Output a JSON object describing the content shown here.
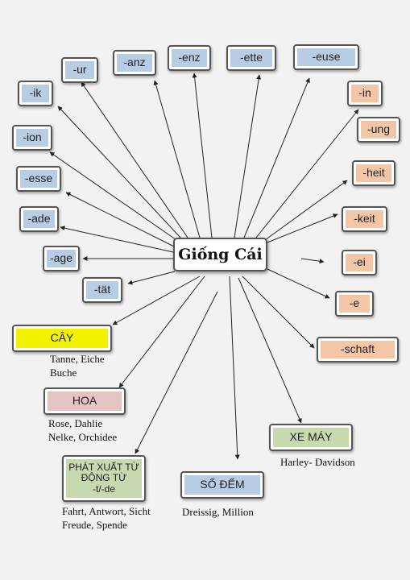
{
  "center": "Giống Cái",
  "suffixes": {
    "ik": "-ik",
    "ur": "-ur",
    "anz": "-anz",
    "enz": "-enz",
    "ette": "-ette",
    "euse": "-euse",
    "in": "-in",
    "ung": "-ung",
    "heit": "-heit",
    "keit": "-keit",
    "ei": "-ei",
    "e": "-e",
    "schaft": "-schaft",
    "ion": "-ion",
    "esse": "-esse",
    "ade": "-ade",
    "age": "-age",
    "tat": "-tät"
  },
  "categories": {
    "cay": {
      "label": "CÂY",
      "examples": [
        "Tanne, Eiche",
        "Buche"
      ],
      "color": "#f2f200"
    },
    "hoa": {
      "label": "HOA",
      "examples": [
        "Rose, Dahlie",
        "Nelke, Orchidee"
      ],
      "color": "#e6c3c3"
    },
    "phat_xuat": {
      "label_lines": [
        "PHÁT XUẤT TỪ",
        "ĐỘNG TỪ",
        "-t/-de"
      ],
      "examples": [
        "Fahrt, Antwort, Sicht",
        "Freude, Spende"
      ],
      "color": "#c8d9b0"
    },
    "so_dem": {
      "label": "SỐ ĐẾM",
      "examples": [
        "Dreissig, Million"
      ],
      "color": "#b8cce4"
    },
    "xe_may": {
      "label": "XE MÁY",
      "examples": [
        "Harley- Davidson"
      ],
      "color": "#c8d9b0"
    }
  },
  "colors": {
    "suffix_blue": "#b8cce4",
    "suffix_orange": "#f4c6a8",
    "arrow": "#222222"
  }
}
